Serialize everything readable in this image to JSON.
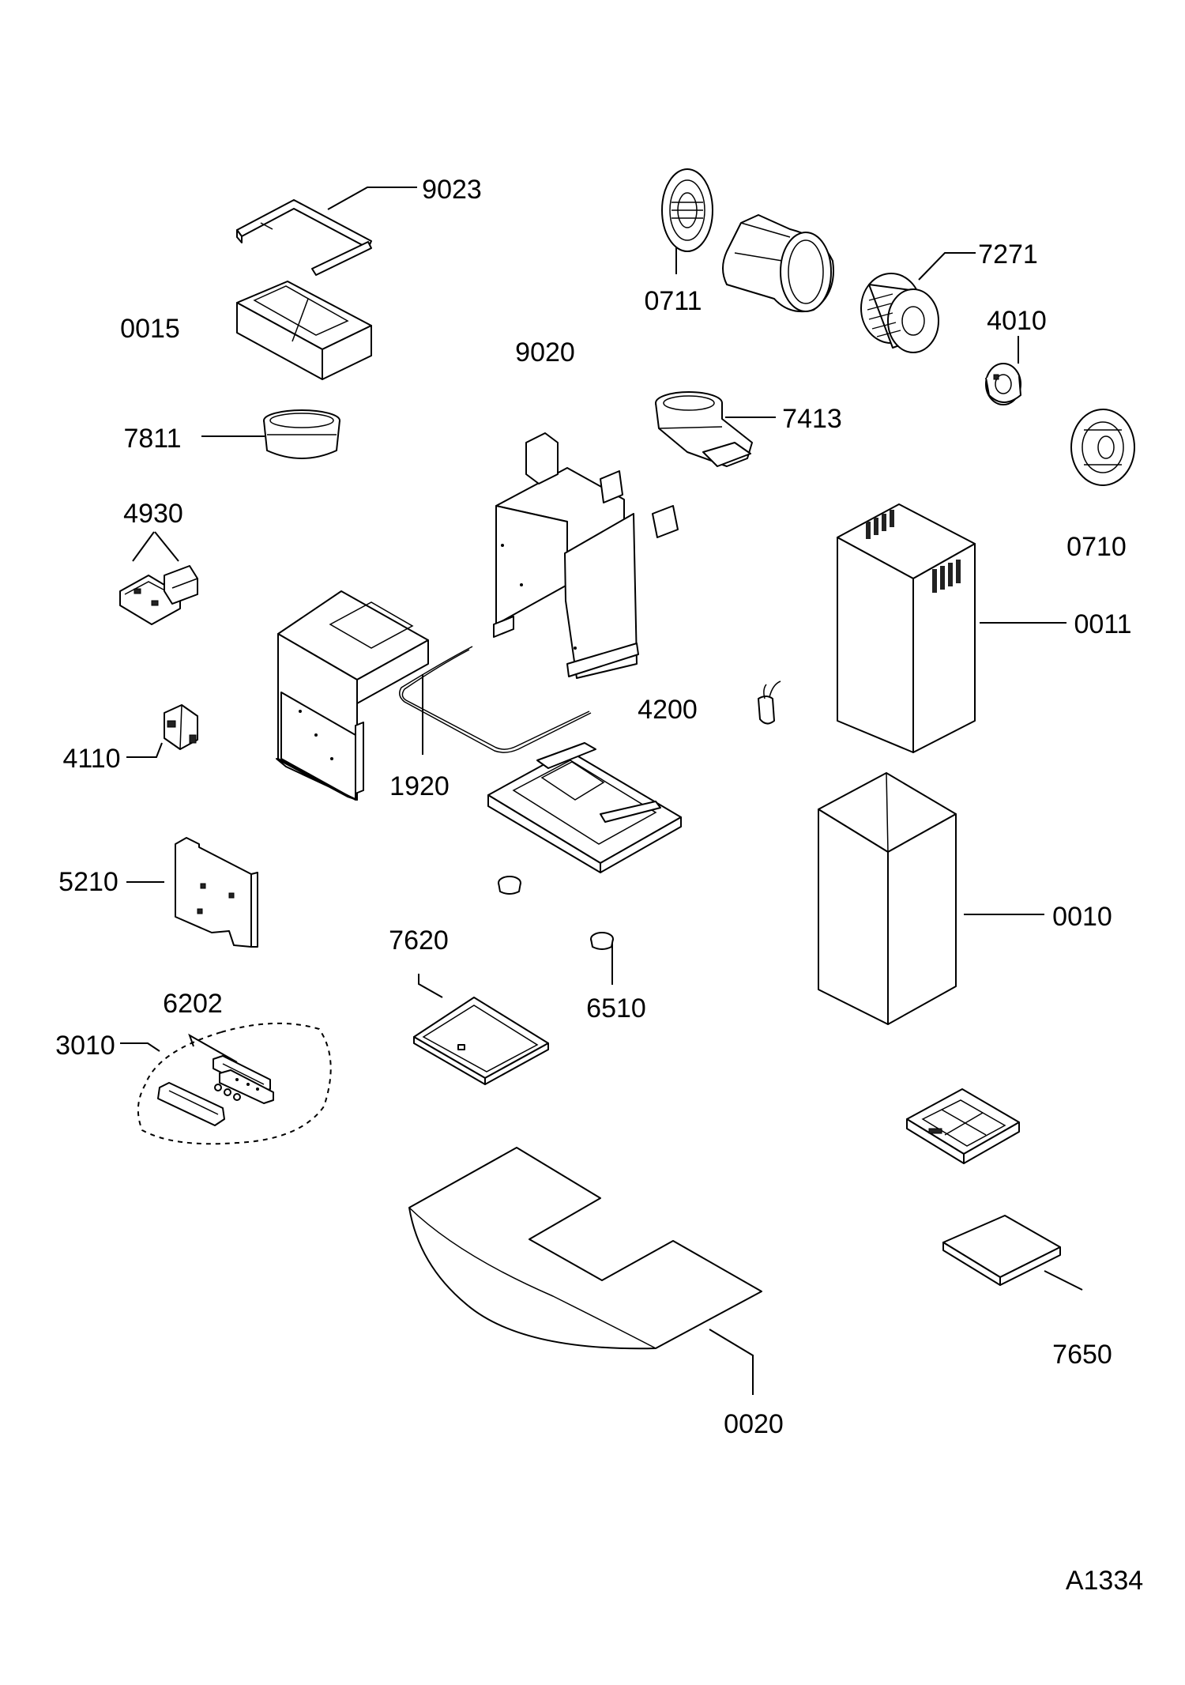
{
  "part_labels": [
    "9023",
    "0015",
    "9020",
    "7811",
    "4930",
    "4110",
    "1920",
    "4200",
    "5210",
    "7620",
    "6510",
    "6202",
    "3010",
    "0711",
    "7271",
    "4010",
    "7413",
    "0710",
    "0011",
    "0010",
    "7650",
    "0020"
  ],
  "drawing_id": "A1334"
}
